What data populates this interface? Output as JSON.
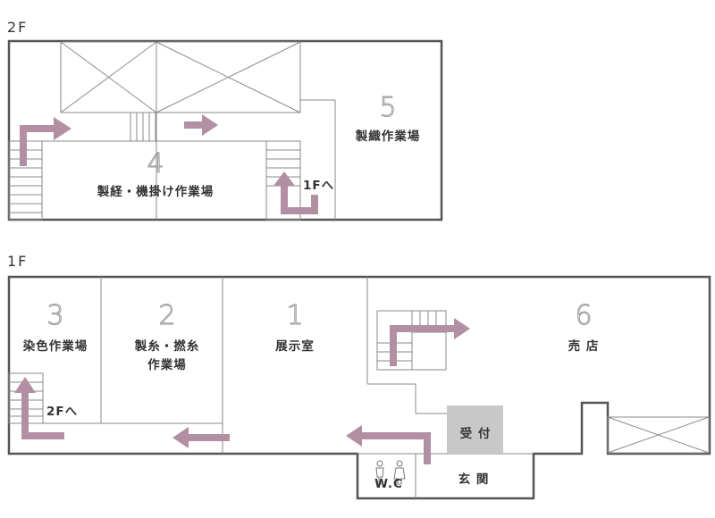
{
  "floors": {
    "second": {
      "label": "2F",
      "rooms": {
        "r4": {
          "number": "4",
          "name": "製経・機掛け作業場"
        },
        "r5": {
          "number": "5",
          "name": "製織作業場"
        }
      },
      "stair_note": "1Fへ"
    },
    "first": {
      "label": "1F",
      "rooms": {
        "r1": {
          "number": "1",
          "name": "展示室"
        },
        "r2": {
          "number": "2",
          "name_line1": "製糸・撚糸",
          "name_line2": "作業場"
        },
        "r3": {
          "number": "3",
          "name": "染色作業場"
        },
        "r6": {
          "number": "6",
          "name": "売 店"
        }
      },
      "stair_note": "2Fへ",
      "reception": "受 付",
      "entrance": "玄 関",
      "wc": "W.C"
    }
  },
  "colors": {
    "arrow": "#b28fa3",
    "wall": "#555555",
    "reception_fill": "#c8c8c8",
    "number": "#9a9a9a"
  }
}
